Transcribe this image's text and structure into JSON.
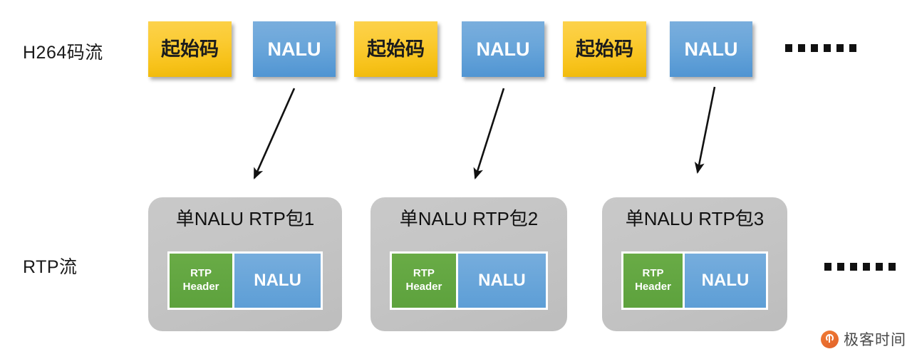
{
  "diagram": {
    "rows": [
      {
        "label": "H264码流",
        "boxes": [
          {
            "text": "起始码",
            "kind": "start-code"
          },
          {
            "text": "NALU",
            "kind": "nalu"
          },
          {
            "text": "起始码",
            "kind": "start-code"
          },
          {
            "text": "NALU",
            "kind": "nalu"
          },
          {
            "text": "起始码",
            "kind": "start-code"
          },
          {
            "text": "NALU",
            "kind": "nalu"
          }
        ],
        "ellipsis_dots": 6
      },
      {
        "label": "RTP流",
        "packets": [
          {
            "title": "单NALU RTP包1",
            "header_line1": "RTP",
            "header_line2": "Header",
            "payload": "NALU"
          },
          {
            "title": "单NALU RTP包2",
            "header_line1": "RTP",
            "header_line2": "Header",
            "payload": "NALU"
          },
          {
            "title": "单NALU RTP包3",
            "header_line1": "RTP",
            "header_line2": "Header",
            "payload": "NALU"
          }
        ],
        "ellipsis_dots": 6
      }
    ],
    "arrows": [
      {
        "name": "nalu1-to-packet1"
      },
      {
        "name": "nalu2-to-packet2"
      },
      {
        "name": "nalu3-to-packet3"
      }
    ]
  },
  "watermark": {
    "text": "极客时间",
    "logo_icon": "geektime-logo-icon"
  },
  "colors": {
    "start_code_fill": "#fbcb33",
    "nalu_fill": "#5d9ed6",
    "rtp_header_fill": "#5da23d",
    "packet_background": "#c4c4c4",
    "arrow_stroke": "#111111",
    "watermark_accent": "#e2622a"
  }
}
